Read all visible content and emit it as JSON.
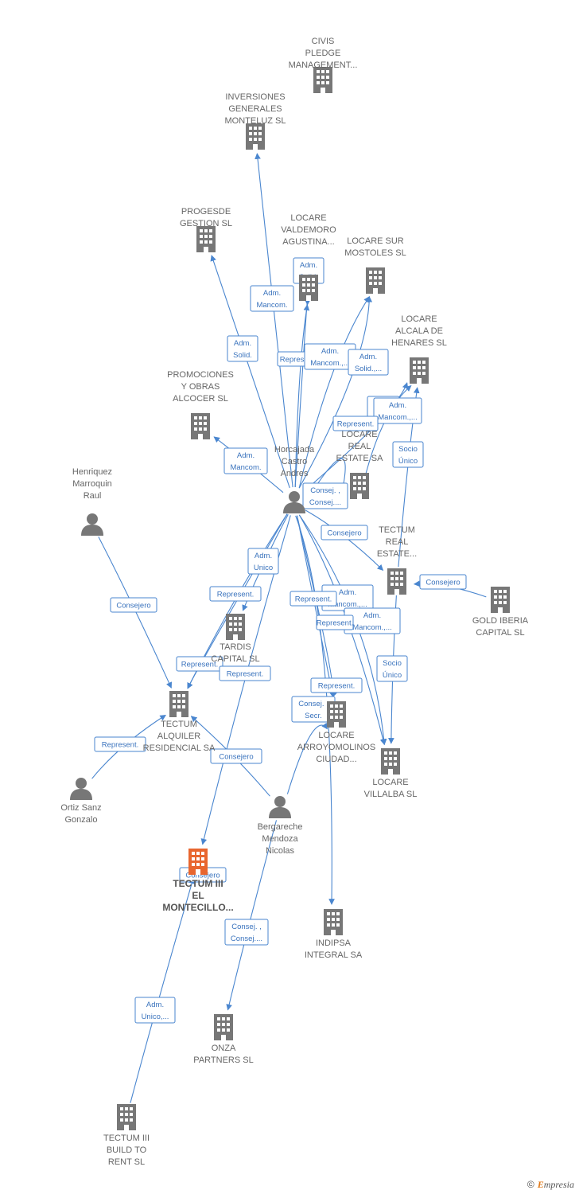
{
  "colors": {
    "company": "#777777",
    "main_company": "#e8662f",
    "person": "#777777",
    "edge": "#4a86cf"
  },
  "nodes": [
    {
      "id": "civis",
      "type": "company",
      "label": [
        "CIVIS",
        "PLEDGE",
        "MANAGEMENT..."
      ]
    },
    {
      "id": "inversiones",
      "type": "company",
      "label": [
        "INVERSIONES",
        "GENERALES",
        "MONTELUZ SL"
      ]
    },
    {
      "id": "progesde",
      "type": "company",
      "label": [
        "PROGESDE",
        "GESTION SL"
      ]
    },
    {
      "id": "locare_valdemoro",
      "type": "company",
      "label": [
        "LOCARE",
        "VALDEMORO",
        "AGUSTINA..."
      ]
    },
    {
      "id": "locare_sur",
      "type": "company",
      "label": [
        "LOCARE SUR",
        "MOSTOLES SL"
      ]
    },
    {
      "id": "locare_alcala",
      "type": "company",
      "label": [
        "LOCARE",
        "ALCALA DE",
        "HENARES SL"
      ]
    },
    {
      "id": "promociones",
      "type": "company",
      "label": [
        "PROMOCIONES",
        "Y OBRAS",
        "ALCOCER SL"
      ]
    },
    {
      "id": "horcajada",
      "type": "person",
      "label": [
        "Horcajada",
        "Castro",
        "Andres"
      ]
    },
    {
      "id": "locare_real",
      "type": "company",
      "label": [
        "LOCARE",
        "REAL",
        "ESTATE SA"
      ]
    },
    {
      "id": "henriquez",
      "type": "person",
      "label": [
        "Henriquez",
        "Marroquin",
        "Raul"
      ]
    },
    {
      "id": "tectum_real",
      "type": "company",
      "label": [
        "TECTUM",
        "REAL",
        "ESTATE..."
      ]
    },
    {
      "id": "gold_iberia",
      "type": "company",
      "label": [
        "GOLD IBERIA",
        "CAPITAL SL"
      ]
    },
    {
      "id": "tardis",
      "type": "company",
      "label": [
        "TARDIS",
        "CAPITAL SL"
      ]
    },
    {
      "id": "tectum_alquiler",
      "type": "company",
      "label": [
        "TECTUM",
        "ALQUILER",
        "RESIDENCIAL SA"
      ]
    },
    {
      "id": "locare_arroyo",
      "type": "company",
      "label": [
        "LOCARE",
        "ARROYOMOLINOS",
        "CIUDAD..."
      ]
    },
    {
      "id": "locare_villalba",
      "type": "company",
      "label": [
        "LOCARE",
        "VILLALBA SL"
      ]
    },
    {
      "id": "ortiz",
      "type": "person",
      "label": [
        "Ortiz Sanz",
        "Gonzalo"
      ]
    },
    {
      "id": "bergareche",
      "type": "person",
      "label": [
        "Bergareche",
        "Mendoza",
        "Nicolas"
      ]
    },
    {
      "id": "tectum_montecillo",
      "type": "main_company",
      "label": [
        "TECTUM III",
        "EL",
        "MONTECILLO..."
      ]
    },
    {
      "id": "indipsa",
      "type": "company",
      "label": [
        "INDIPSA",
        "INTEGRAL SA"
      ]
    },
    {
      "id": "onza",
      "type": "company",
      "label": [
        "ONZA",
        "PARTNERS SL"
      ]
    },
    {
      "id": "tectum_build",
      "type": "company",
      "label": [
        "TECTUM III",
        "BUILD TO",
        "RENT SL"
      ]
    }
  ],
  "edges": [
    {
      "label": [
        "Adm.",
        "Solid."
      ]
    },
    {
      "label": [
        "Adm.",
        "Mancom."
      ]
    },
    {
      "label": [
        "Adm.",
        "Solid."
      ]
    },
    {
      "label": [
        "Represent."
      ]
    },
    {
      "label": [
        "Adm.",
        "Mancom.,..."
      ]
    },
    {
      "label": [
        "Adm.",
        "Solid.,..."
      ]
    },
    {
      "label": [
        "Socio",
        "Único"
      ]
    },
    {
      "label": [
        "Adm.",
        "Mancom.,..."
      ]
    },
    {
      "label": [
        "Represent."
      ]
    },
    {
      "label": [
        "Adm.",
        "Mancom."
      ]
    },
    {
      "label": [
        "Socio",
        "Único"
      ]
    },
    {
      "label": [
        "Consej. ,",
        "Consej...."
      ]
    },
    {
      "label": [
        "Consejero"
      ]
    },
    {
      "label": [
        "Consejero"
      ]
    },
    {
      "label": [
        "Adm.",
        "Unico"
      ]
    },
    {
      "label": [
        "Represent."
      ]
    },
    {
      "label": [
        "Consejero"
      ]
    },
    {
      "label": [
        "Represent."
      ]
    },
    {
      "label": [
        "Represent."
      ]
    },
    {
      "label": [
        "Adm.",
        "Mancom.,..."
      ]
    },
    {
      "label": [
        "Represent."
      ]
    },
    {
      "label": [
        "Adm.",
        "Mancom.,..."
      ]
    },
    {
      "label": [
        "Socio",
        "Único"
      ]
    },
    {
      "label": [
        "Represent."
      ]
    },
    {
      "label": [
        "Consej. ,",
        "Secr."
      ]
    },
    {
      "label": [
        "Represent."
      ]
    },
    {
      "label": [
        "Represent."
      ]
    },
    {
      "label": [
        "Consejero"
      ]
    },
    {
      "label": [
        "Consej. ,",
        "Consej...."
      ]
    },
    {
      "label": [
        "Adm.",
        "Unico,..."
      ]
    }
  ],
  "copyright": {
    "symbol": "©",
    "brand_first": "E",
    "brand_rest": "mpresia"
  }
}
